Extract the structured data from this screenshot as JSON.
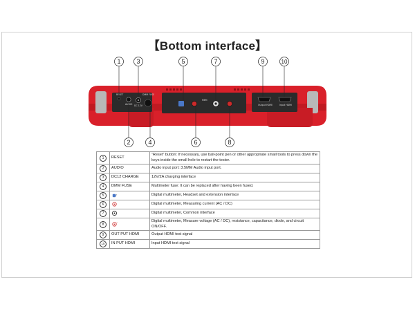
{
  "title": "【Bottom interface】",
  "callouts": {
    "n1": "1",
    "n2": "2",
    "n3": "3",
    "n4": "4",
    "n5": "5",
    "n6": "6",
    "n7": "7",
    "n8": "8",
    "n9": "9",
    "n10": "10"
  },
  "device": {
    "colors": {
      "body": "#d9202a",
      "body_dark": "#a0141c",
      "panel": "#2b2b2b",
      "grip": "#b8b8b8"
    },
    "labels": {
      "reset": "RESET",
      "audio": "AUDIO",
      "dc": "DC 12V",
      "fuse": "DMM FUSE",
      "mem": "MEM",
      "output": "Output HDMI",
      "input": "Input HDMI"
    }
  },
  "table": {
    "rows": [
      {
        "num": "1",
        "label": "RESET",
        "desc": "“Reset” button: If necessary, use ball-point pen or other appropriate small tools to press down the keys inside the small hole to restart the tester."
      },
      {
        "num": "2",
        "label": "AUDIO",
        "desc": "Audio input port: 3.5MM Audio input port."
      },
      {
        "num": "3",
        "label": "DC12 CHARGE",
        "desc": "12V/2A charging interface"
      },
      {
        "num": "4",
        "label": "DMM FUSE",
        "desc": "Multimeter fuse: It can be replaced after having been fused."
      },
      {
        "num": "5",
        "label": "",
        "icon": "headset-jack-icon",
        "desc": "Digital multimeter, Headset and extension interface"
      },
      {
        "num": "6",
        "label": "",
        "icon": "current-jack-icon",
        "desc": "Digital multimeter, Measuring current (AC / DC)"
      },
      {
        "num": "7",
        "label": "",
        "icon": "common-jack-icon",
        "desc": "Digital multimeter, Common interface"
      },
      {
        "num": "8",
        "label": "",
        "icon": "voltage-jack-icon",
        "desc": "Digital multimeter, Measure voltage (AC / DC), resistance, capacitance, diode, and circuit ON/OFF."
      },
      {
        "num": "9",
        "label": "OUT PUT HDMI",
        "desc": "Output HDMI test signal"
      },
      {
        "num": "10",
        "label": "IN PUT HDMI",
        "desc": "Input HDMI test signal"
      }
    ]
  }
}
